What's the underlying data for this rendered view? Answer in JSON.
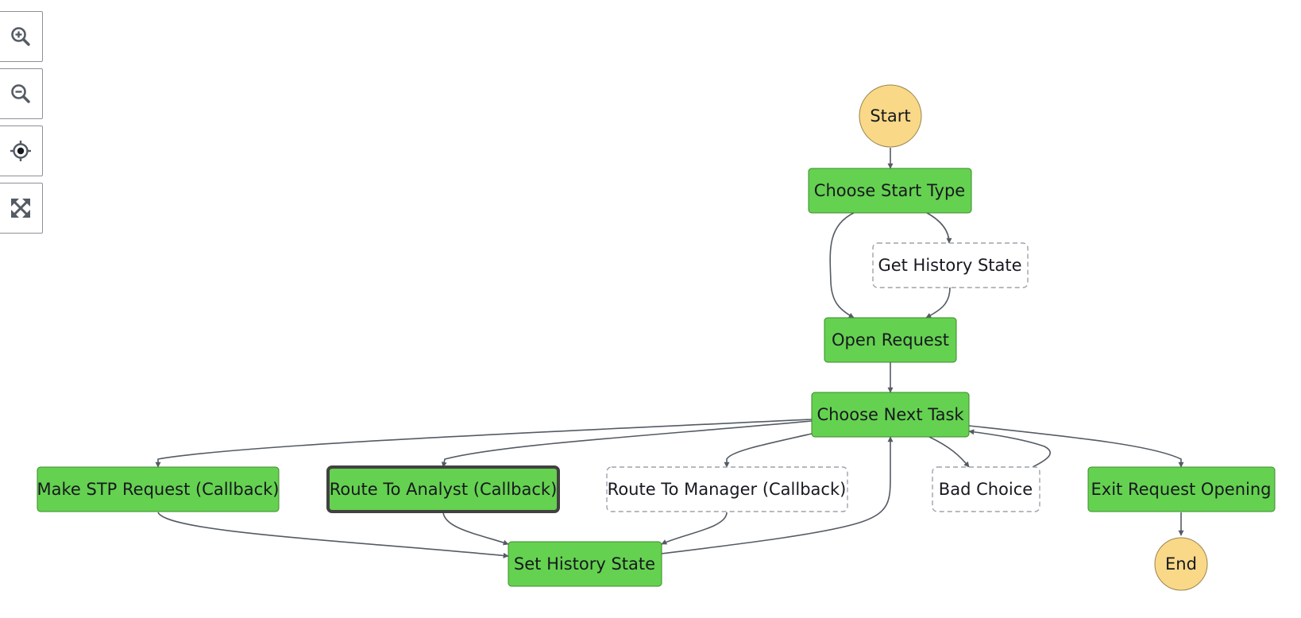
{
  "toolbar": {
    "zoom_in": "zoom-in-icon",
    "zoom_out": "zoom-out-icon",
    "center": "center-icon",
    "fit": "fit-to-screen-icon"
  },
  "colors": {
    "task_fill": "#65d150",
    "task_stroke": "#3b8a2b",
    "terminal_fill": "#f9d887",
    "terminal_stroke": "#9a8550",
    "pending_stroke": "#9da3a8",
    "edge": "#545b64",
    "selected_stroke": "#414141"
  },
  "nodes": {
    "start": "Start",
    "choose_start_type": "Choose Start Type",
    "get_history_state": "Get History State",
    "open_request": "Open Request",
    "choose_next_task": "Choose Next Task",
    "make_stp_request": "Make STP Request (Callback)",
    "route_to_analyst": "Route To Analyst (Callback)",
    "route_to_manager": "Route To Manager (Callback)",
    "bad_choice": "Bad Choice",
    "exit_request_opening": "Exit Request Opening",
    "set_history_state": "Set History State",
    "end": "End"
  }
}
